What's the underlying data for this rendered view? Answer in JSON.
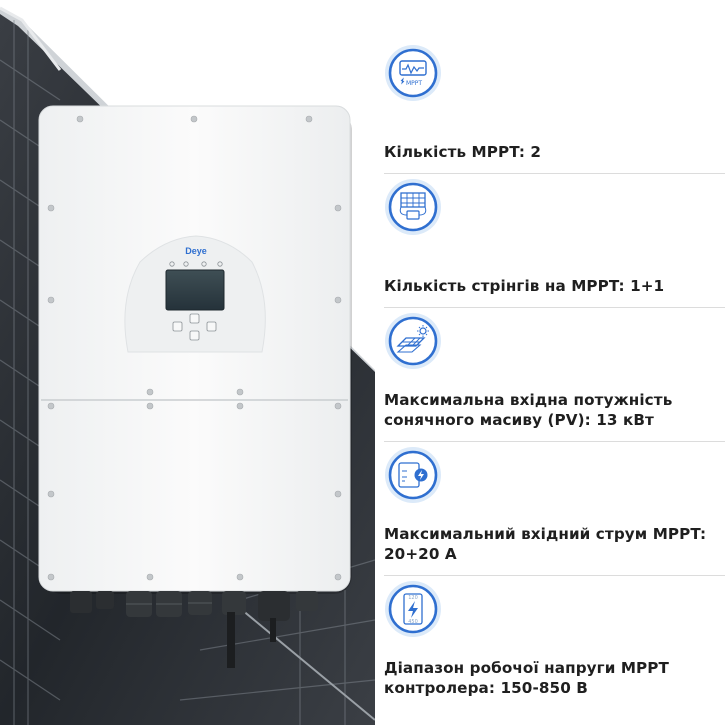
{
  "colors": {
    "accent": "#2f6fd0",
    "accent_light": "#dceaf9",
    "text": "#1f1f1f",
    "divider": "#dcdcdc"
  },
  "product": {
    "brand": "Deye"
  },
  "specs": [
    {
      "icon": "mppt-chart-icon",
      "badge": "MPPT",
      "label": "Кількість MPPT: 2"
    },
    {
      "icon": "solar-panel-strings-icon",
      "label": "Кількість стрінгів на MPPT: 1+1"
    },
    {
      "icon": "solar-array-sun-icon",
      "label": "Максимальна вхідна потужність сонячного масиву (PV): 13 кВт"
    },
    {
      "icon": "current-lightning-icon",
      "label": "Максимальний вхідний струм MPPT: 20+20 А"
    },
    {
      "icon": "voltage-range-icon",
      "range_top": "120",
      "range_bottom": "450",
      "label": "Діапазон робочої напруги MPPT контролера: 150-850 В"
    }
  ]
}
